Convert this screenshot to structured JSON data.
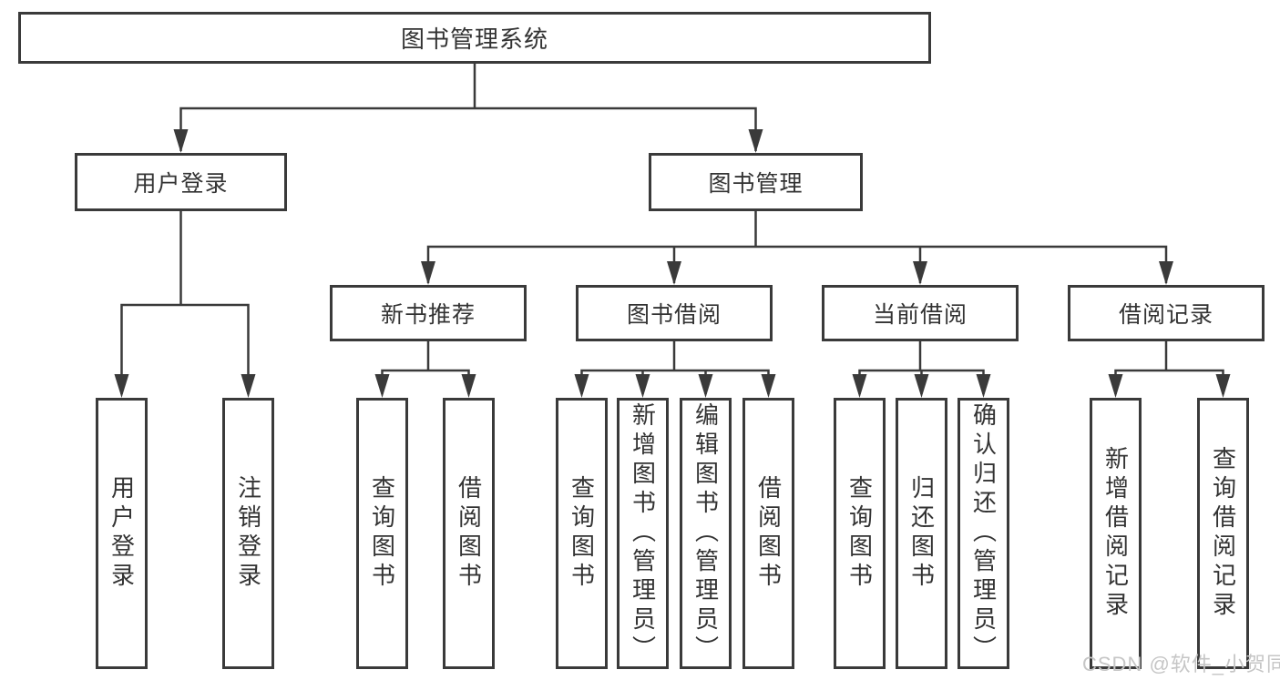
{
  "tree": {
    "root": {
      "label": "图书管理系统",
      "children": [
        {
          "label": "用户登录",
          "children": [
            {
              "label": "用户登录"
            },
            {
              "label": "注销登录"
            }
          ]
        },
        {
          "label": "图书管理",
          "children": [
            {
              "label": "新书推荐",
              "children": [
                {
                  "label": "查询图书"
                },
                {
                  "label": "借阅图书"
                }
              ]
            },
            {
              "label": "图书借阅",
              "children": [
                {
                  "label": "查询图书"
                },
                {
                  "label": "新增图书（管理员）"
                },
                {
                  "label": "编辑图书（管理员）"
                },
                {
                  "label": "借阅图书"
                }
              ]
            },
            {
              "label": "当前借阅",
              "children": [
                {
                  "label": "查询图书"
                },
                {
                  "label": "归还图书"
                },
                {
                  "label": "确认归还（管理员）"
                }
              ]
            },
            {
              "label": "借阅记录",
              "children": [
                {
                  "label": "新增借阅记录"
                },
                {
                  "label": "查询借阅记录"
                }
              ]
            }
          ]
        }
      ]
    }
  },
  "watermark": {
    "text": "CSDN @软件_小贺同学"
  },
  "colors": {
    "line": "#3a3a3a",
    "text": "#333333",
    "background": "#ffffff",
    "watermark": "#c6c6c6"
  }
}
